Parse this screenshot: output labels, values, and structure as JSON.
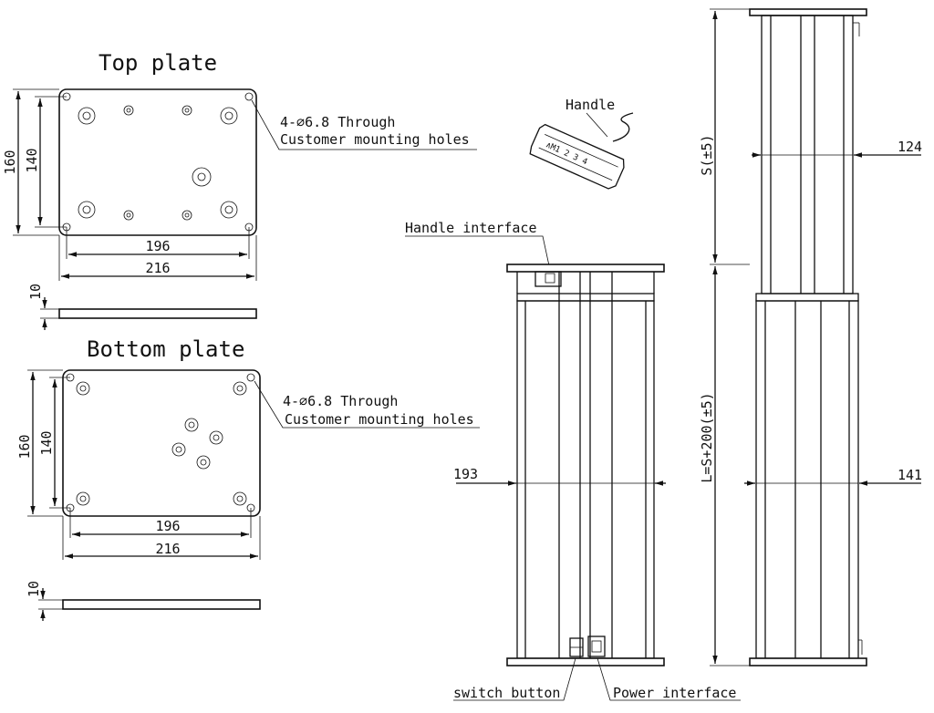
{
  "top_plate": {
    "title": "Top plate",
    "dim_height": "160",
    "dim_height_inner": "140",
    "dim_width_inner": "196",
    "dim_width": "216",
    "dim_thickness": "10",
    "note_line1": "4-∅6.8 Through",
    "note_line2": "Customer mounting holes"
  },
  "bottom_plate": {
    "title": "Bottom plate",
    "dim_height": "160",
    "dim_height_inner": "140",
    "dim_width_inner": "196",
    "dim_width": "216",
    "dim_thickness": "10",
    "note_line1": "4-∅6.8 Through",
    "note_line2": "Customer mounting holes"
  },
  "handle": {
    "label": "Handle",
    "face_text": "∧M1 2 3 4"
  },
  "column_front": {
    "handle_interface_label": "Handle interface",
    "dim_width": "193",
    "switch_label": "switch button",
    "power_label": "Power interface"
  },
  "column_side": {
    "dim_stroke": "S(±5)",
    "dim_length": "L=S+200(±5)",
    "dim_upper_width": "124",
    "dim_lower_width": "141"
  }
}
